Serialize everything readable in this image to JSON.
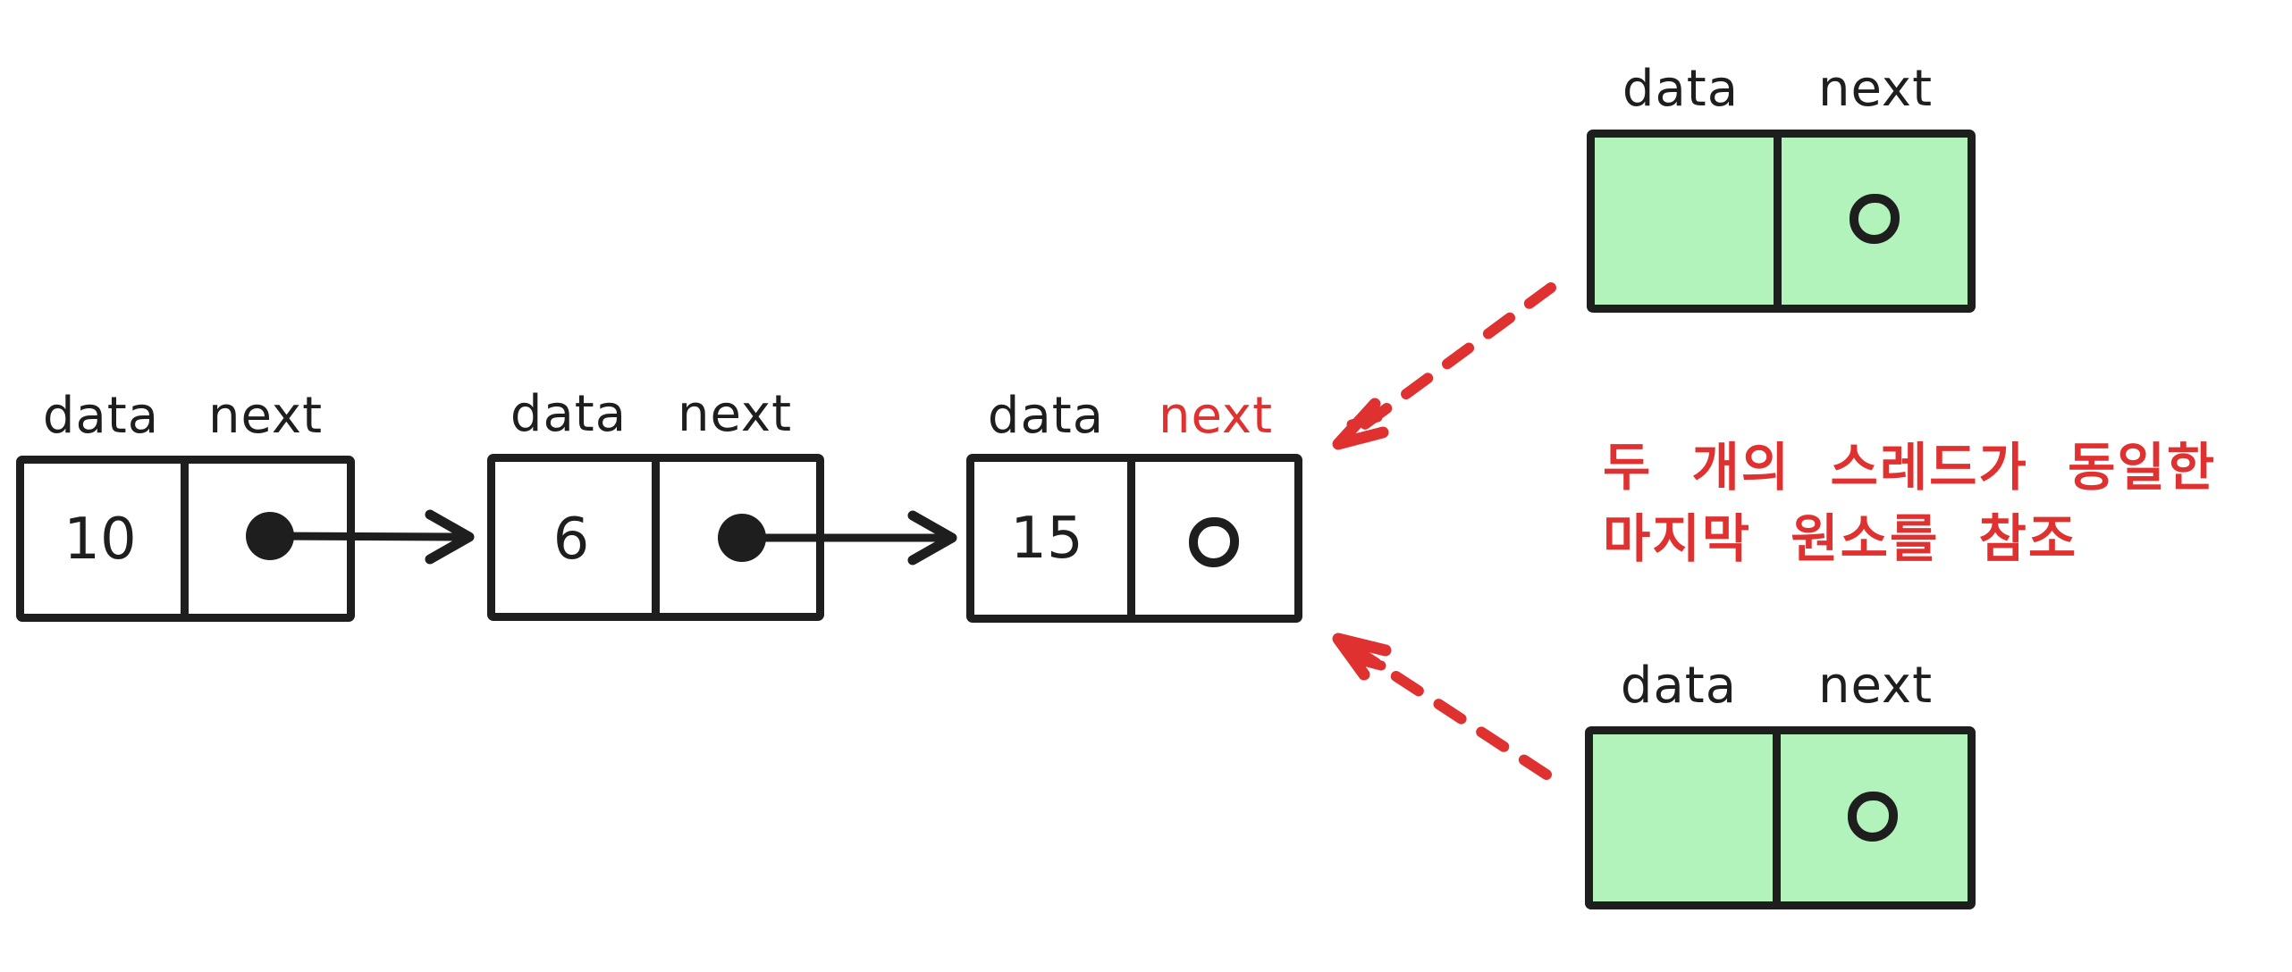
{
  "colors": {
    "ink": "#1e1e1e",
    "accent_red": "#e03131",
    "node_fill_green": "#b2f2bb",
    "canvas_bg": "#ffffff"
  },
  "nodes": [
    {
      "id": "list-node-1",
      "col1": "data",
      "col2": "next",
      "value": "10",
      "pointer": "dot-to-next"
    },
    {
      "id": "list-node-2",
      "col1": "data",
      "col2": "next",
      "value": "6",
      "pointer": "dot-to-next"
    },
    {
      "id": "list-node-3",
      "col1": "data",
      "col2": "next",
      "value": "15",
      "pointer": "null"
    },
    {
      "id": "thread-node-top",
      "col1": "data",
      "col2": "next",
      "value": "",
      "pointer": "null"
    },
    {
      "id": "thread-node-bottom",
      "col1": "data",
      "col2": "next",
      "value": "",
      "pointer": "null"
    }
  ],
  "annotation": {
    "line1": "두 개의 스레드가 동일한",
    "line2": "마지막 원소를 참조"
  }
}
